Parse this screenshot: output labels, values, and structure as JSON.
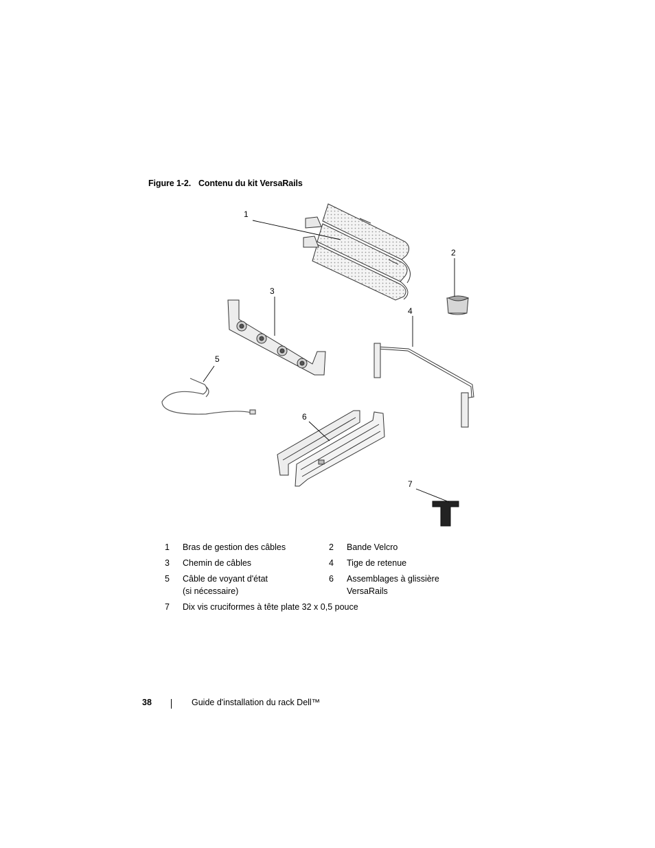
{
  "figure": {
    "number": "Figure 1-2.",
    "title": "Contenu du kit VersaRails",
    "callouts": [
      "1",
      "2",
      "3",
      "4",
      "5",
      "6",
      "7"
    ]
  },
  "legend": [
    {
      "number": "1",
      "text": "Bras de gestion des câbles"
    },
    {
      "number": "2",
      "text": "Bande Velcro"
    },
    {
      "number": "3",
      "text": "Chemin de câbles"
    },
    {
      "number": "4",
      "text": "Tige de retenue"
    },
    {
      "number": "5",
      "text": "Câble de voyant d'état",
      "text2": "(si nécessaire)"
    },
    {
      "number": "6",
      "text": "Assemblages à glissière",
      "text2": "VersaRails"
    },
    {
      "number": "7",
      "text": "Dix vis cruciformes à tête plate 32 x 0,5 pouce"
    }
  ],
  "footer": {
    "page_number": "38",
    "doc_title": "Guide d'installation du rack Dell™"
  }
}
